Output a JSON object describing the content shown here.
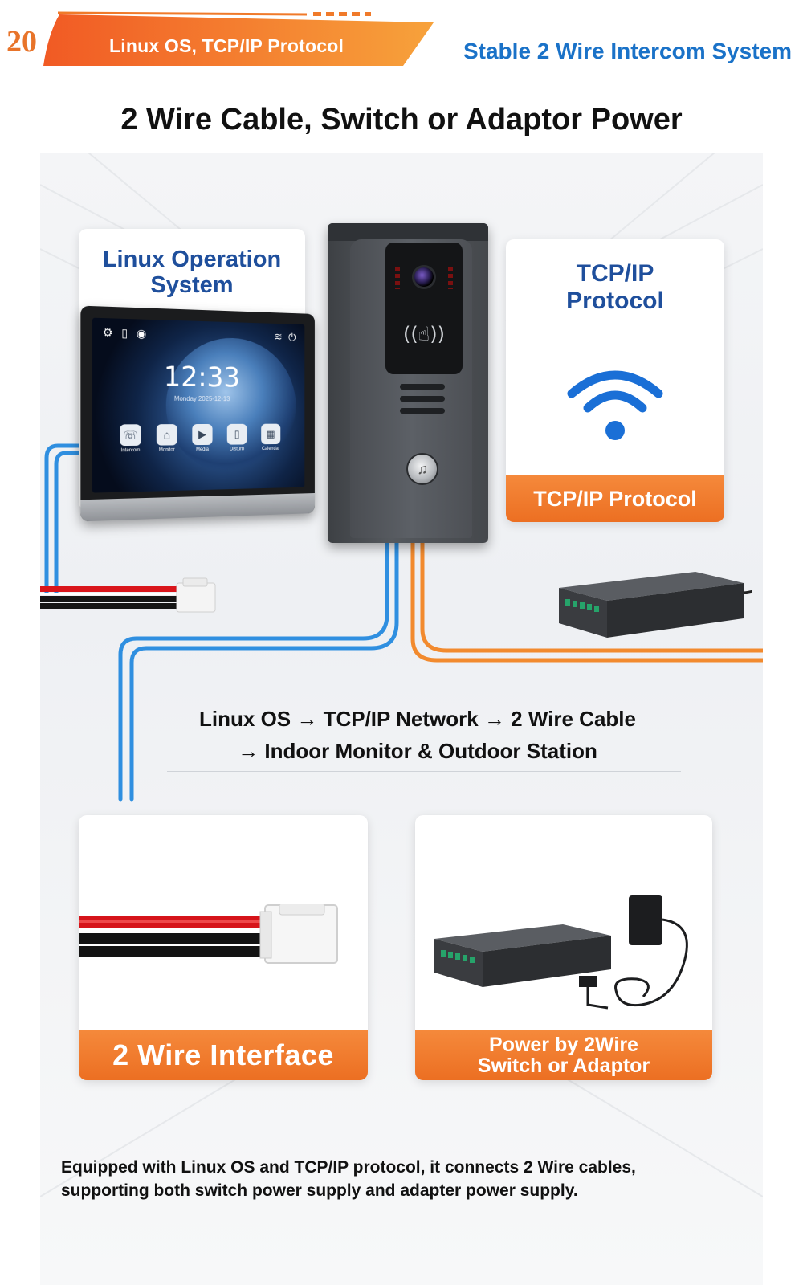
{
  "header": {
    "page_number": "20",
    "ribbon_label": "Linux OS, TCP/IP Protocol",
    "tagline": "Stable 2 Wire Intercom System"
  },
  "title": "2 Wire Cable, Switch or Adaptor Power",
  "cards": {
    "linux": {
      "title_line1": "Linux Operation",
      "title_line2": "System",
      "screen": {
        "time": "12:33",
        "date": "Monday 2025-12-13",
        "apps": [
          "Intercom",
          "Monitor",
          "Media",
          "Disturb",
          "Calendar"
        ]
      }
    },
    "tcp": {
      "title_line1": "TCP/IP",
      "title_line2": "Protocol",
      "bar_label": "TCP/IP Protocol"
    },
    "wire": {
      "bar_label": "2 Wire Interface"
    },
    "power": {
      "bar_line1": "Power by 2Wire",
      "bar_line2": "Switch or Adaptor"
    }
  },
  "flow": {
    "line1": "Linux OS → TCP/IP Network →  2 Wire Cable",
    "line2": "→ Indoor Monitor & Outdoor Station"
  },
  "description": {
    "line1": "Equipped with Linux OS and TCP/IP protocol, it connects 2 Wire cables,",
    "line2": "supporting both switch power supply and adapter power supply."
  },
  "colors": {
    "accent_orange": "#ec6f22",
    "brand_blue": "#1a72c8",
    "title_blue": "#1f4f9c",
    "wire_blue": "#2f8fe0",
    "wire_orange": "#f28a2e"
  }
}
